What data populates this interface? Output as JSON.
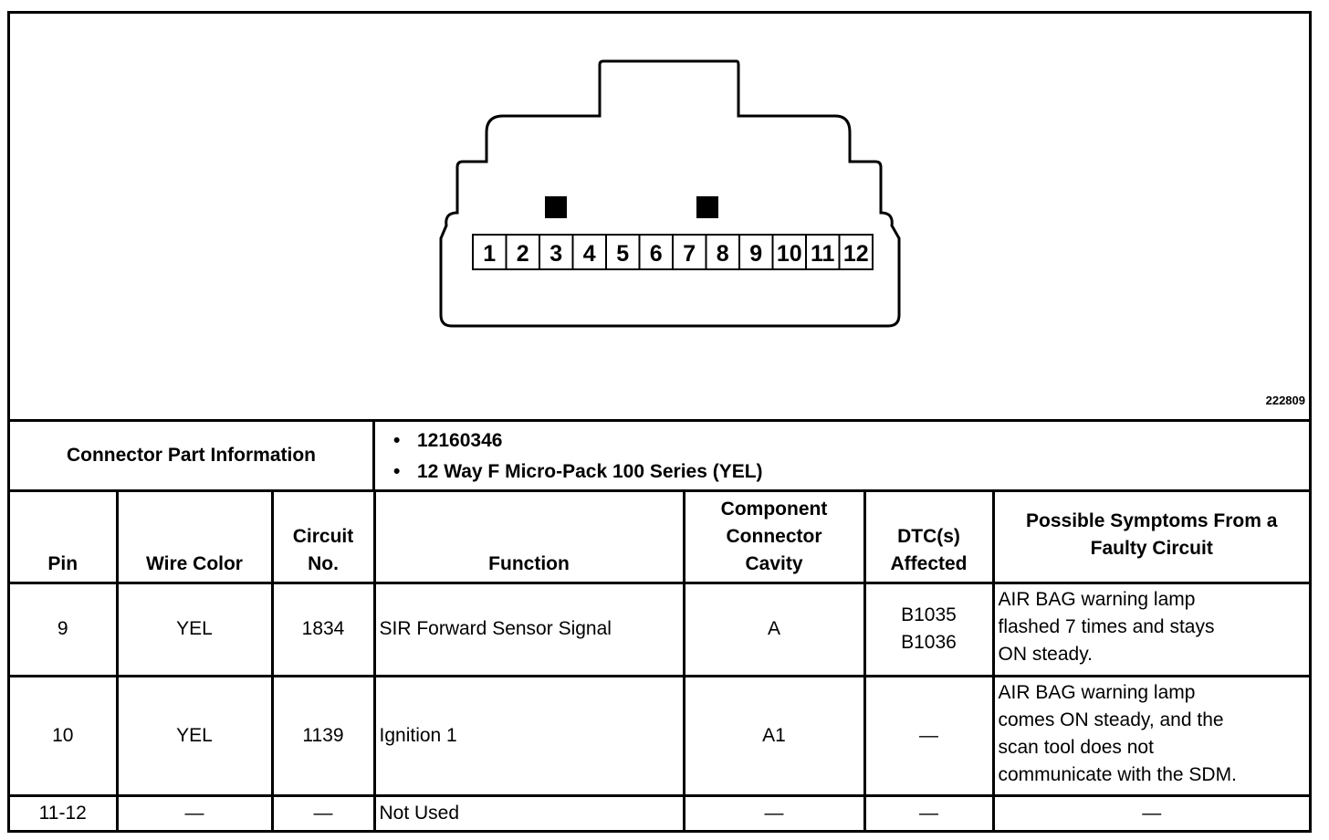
{
  "figure_id": "222809",
  "connector": {
    "pin_labels": [
      "1",
      "2",
      "3",
      "4",
      "5",
      "6",
      "7",
      "8",
      "9",
      "10",
      "11",
      "12"
    ]
  },
  "part_info": {
    "label": "Connector Part Information",
    "items": [
      "12160346",
      "12 Way F Micro-Pack 100 Series (YEL)"
    ]
  },
  "table": {
    "headers": {
      "pin": "Pin",
      "wire_color": "Wire Color",
      "circuit": "Circuit\nNo.",
      "function": "Function",
      "cavity": "Component\nConnector\nCavity",
      "dtc": "DTC(s)\nAffected",
      "symptoms": "Possible Symptoms From a\nFaulty Circuit"
    },
    "rows": [
      {
        "pin": "9",
        "wire_color": "YEL",
        "circuit": "1834",
        "function": "SIR Forward Sensor Signal",
        "cavity": "A",
        "dtc": "B1035\nB1036",
        "symptoms": "AIR BAG warning lamp\nflashed 7 times and stays\nON steady."
      },
      {
        "pin": "10",
        "wire_color": "YEL",
        "circuit": "1139",
        "function": "Ignition 1",
        "cavity": "A1",
        "dtc": "—",
        "symptoms": "AIR BAG warning lamp\ncomes ON steady, and the\nscan tool does not\ncommunicate with the SDM."
      },
      {
        "pin": "11-12",
        "wire_color": "—",
        "circuit": "—",
        "function": "Not Used",
        "cavity": "—",
        "dtc": "—",
        "symptoms": "—"
      }
    ]
  }
}
